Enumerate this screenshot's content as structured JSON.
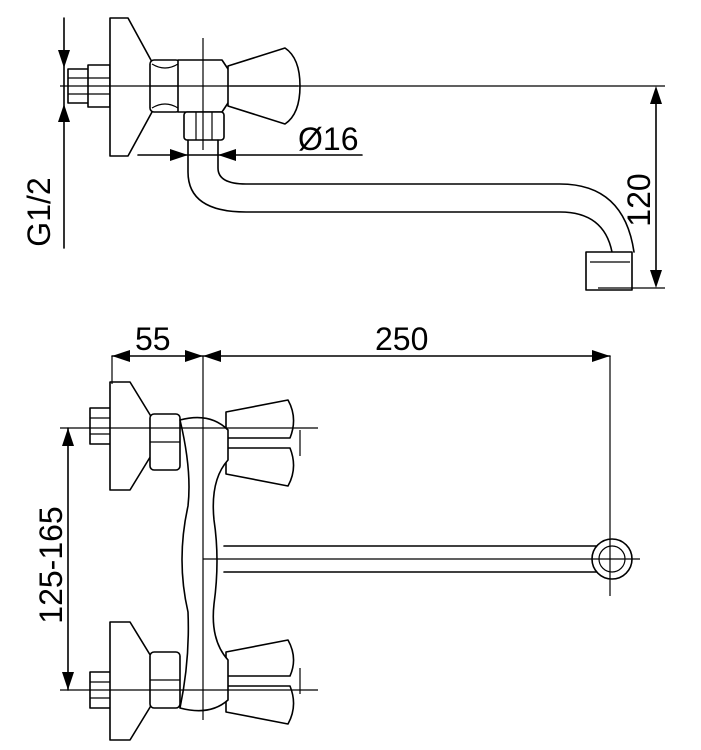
{
  "dimensions": {
    "diameter": "Ø16",
    "thread": "G1/2",
    "height": "120",
    "offset": "55",
    "spout_length": "250",
    "spacing": "125-165"
  }
}
